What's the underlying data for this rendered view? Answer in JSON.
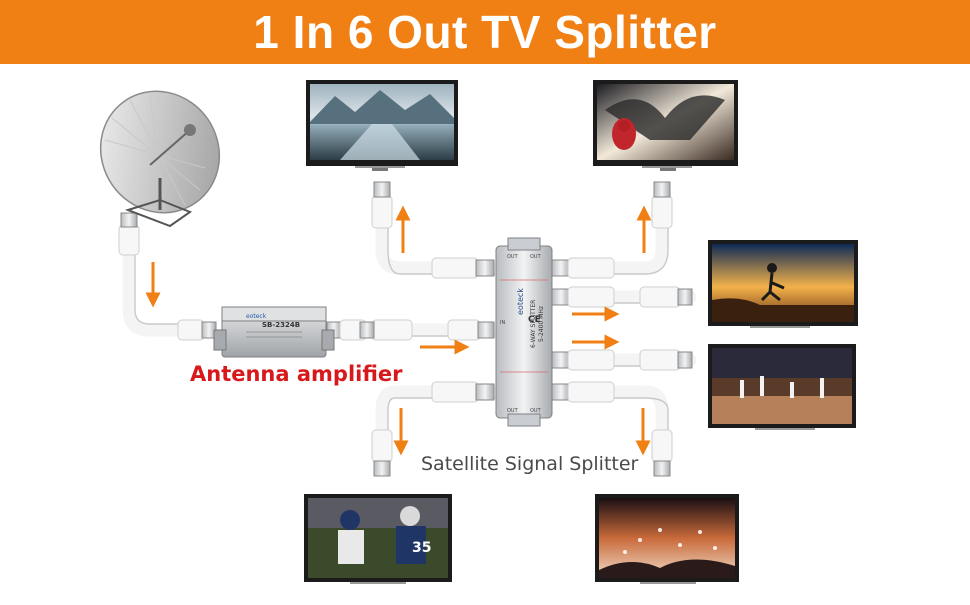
{
  "title": "1 In 6 Out TV Splitter",
  "labels": {
    "amplifier": "Antenna amplifier",
    "splitter": "Satellite Signal Splitter"
  },
  "devices": {
    "amplifier_model": "SB-2324B",
    "splitter_brand": "eoteck",
    "splitter_name": "6-WAY SPLITTER",
    "splitter_range": "5-2400 MHz",
    "port_label": "OUT",
    "input_label": "IN"
  },
  "colors": {
    "banner": "#f07f14",
    "arrow": "#f07f14",
    "amplifier_label": "#d7191c",
    "cable": "#f4f4f4"
  },
  "screens": [
    "mountain-lake-scene",
    "superhero-scene",
    "skateboard-sunset-scene",
    "basketball-arena-scene",
    "football-game-scene",
    "concert-crowd-scene"
  ]
}
